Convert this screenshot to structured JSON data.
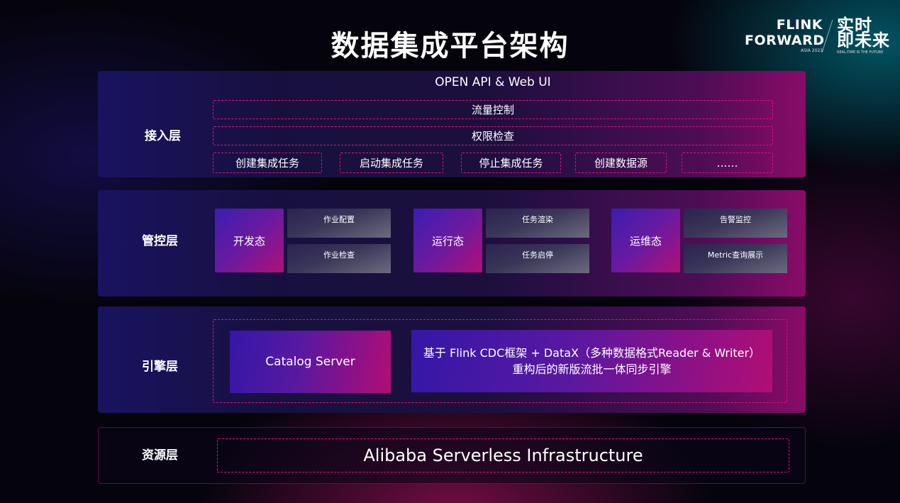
{
  "title": "数据集成平台架构",
  "logo": {
    "flink": "FLINK",
    "forward": "FORWARD",
    "asia": "ASIA 2023",
    "cn": "实时",
    "cn2": "即未来",
    "slogan": "REAL-TIME IS THE FUTURE"
  },
  "access_layer": {
    "label": "接入层",
    "api": "OPEN API & Web UI",
    "rows": [
      "流量控制",
      "权限检查"
    ],
    "tasks": [
      "创建集成任务",
      "启动集成任务",
      "停止集成任务",
      "创建数据源",
      "……"
    ]
  },
  "control_layer": {
    "label": "管控层",
    "groups": [
      {
        "state": "开发态",
        "items": [
          "作业配置",
          "作业检查"
        ]
      },
      {
        "state": "运行态",
        "items": [
          "任务渲染",
          "任务启停"
        ]
      },
      {
        "state": "运维态",
        "items": [
          "告警监控",
          "Metric查询展示"
        ]
      }
    ]
  },
  "engine_layer": {
    "label": "引擎层",
    "catalog": "Catalog Server",
    "engine_line1": "基于 Flink CDC框架 + DataX（多种数据格式Reader & Writer）",
    "engine_line2": "重构后的新版流批一体同步引擎"
  },
  "resource_layer": {
    "label": "资源层",
    "infra": "Alibaba Serverless Infrastructure"
  },
  "colors": {
    "accent_dash": "#e0127a",
    "background": "#05040d"
  }
}
